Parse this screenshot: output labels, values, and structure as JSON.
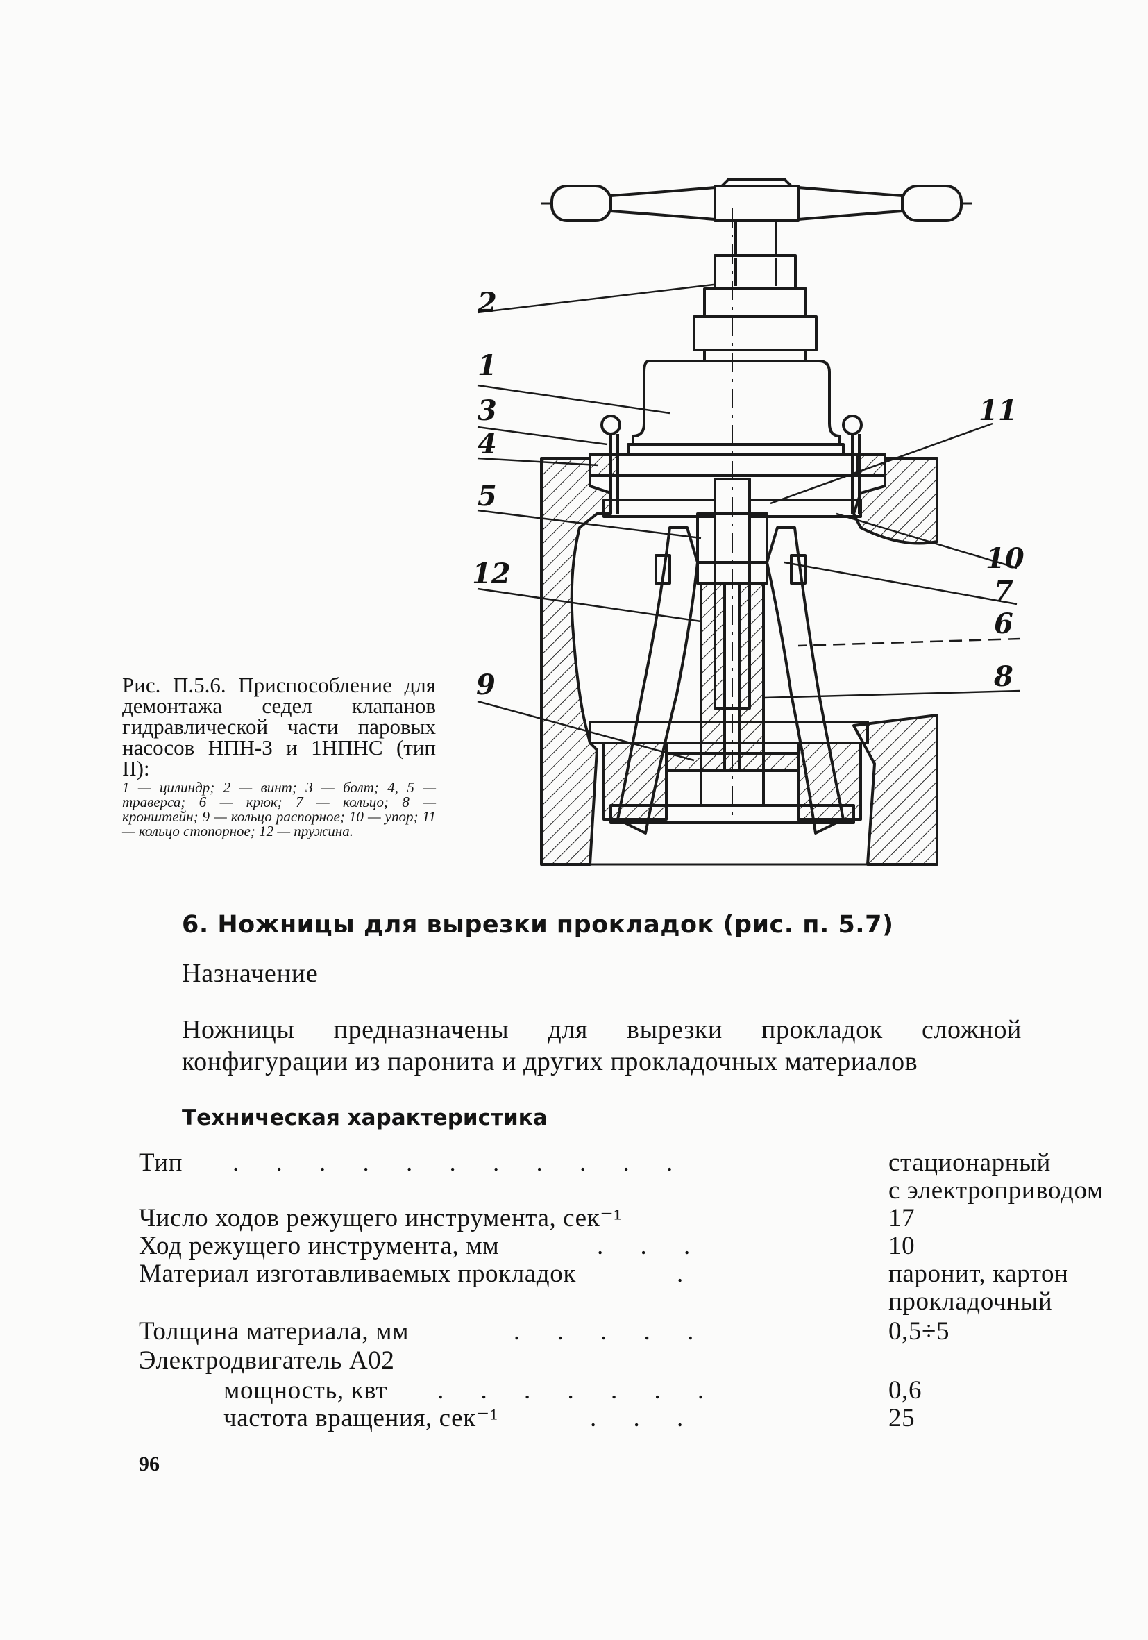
{
  "figure": {
    "callouts": [
      "2",
      "1",
      "3",
      "4",
      "5",
      "12",
      "9",
      "11",
      "10",
      "7",
      "6",
      "8"
    ],
    "caption_title": "Рис. П.5.6. Приспособление для демонтажа седел клапанов гидравлической части паровых насосов НПН-3 и 1НПНС (тип II):",
    "caption_legend": "1 — цилиндр; 2 — винт; 3 — болт; 4, 5 — траверса; 6 — крюк; 7 — кольцо; 8 — кронштейн; 9 — кольцо распорное; 10 — упор; 11 — кольцо стопорное; 12 — пружина."
  },
  "section": {
    "heading": "6. Ножницы для вырезки прокладок (рис. п. 5.7)",
    "subheading": "Назначение",
    "paragraph": "Ножницы предназначены для вырезки прокладок сложной конфигурации из паронита и других прокладочных материалов",
    "spec_heading": "Техническая характеристика"
  },
  "specs": [
    {
      "label": "Тип",
      "dots": ". . . . . . . . . . .",
      "value": "стационарный",
      "value2": "с электроприводом"
    },
    {
      "label": "Число ходов режущего инструмента, сек⁻¹",
      "value": "17"
    },
    {
      "label": "Ход режущего инструмента, мм",
      "dots": ". . .",
      "value": "10"
    },
    {
      "label": "Материал изготавливаемых прокладок",
      "dots": ".",
      "value": "паронит, картон",
      "value2": "прокладочный"
    },
    {
      "label": "Толщина материала, мм",
      "dots": ". . . . .",
      "value": "0,5÷5"
    },
    {
      "label": "Электродвигатель А02"
    },
    {
      "label": "мощность, квт",
      "dots": ". . . . . . .",
      "value": "0,6"
    },
    {
      "label": "частота вращения, сек⁻¹",
      "dots": ". . .",
      "value": "25"
    }
  ],
  "page_number": "96"
}
